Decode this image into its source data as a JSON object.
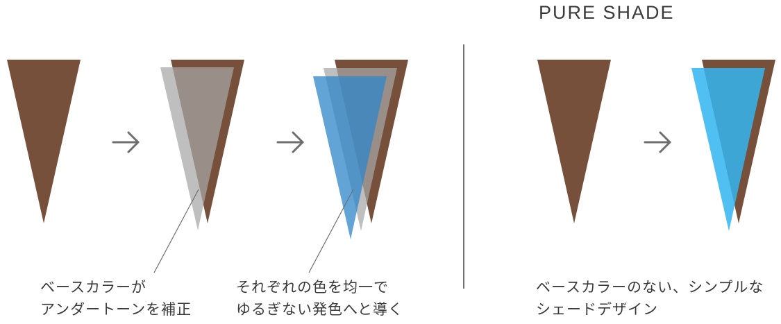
{
  "title": "PURE SHADE",
  "captions": {
    "left": [
      "ベースカラーが",
      "アンダートーンを補正"
    ],
    "middle": [
      "それぞれの色を均一で",
      "ゆるぎない発色へと導く"
    ],
    "right": [
      "ベースカラーのない、シンプルな",
      "シェードデザイン"
    ]
  },
  "colors": {
    "base_brown": "#77503b",
    "undertone_gray": "#a6a6a6",
    "shade_blue": "#2f86c9",
    "shade_blue_bright": "#49b6ea",
    "arrow": "#6e6e6e",
    "divider": "#444444"
  },
  "icons": [
    "arrow-right-icon"
  ]
}
